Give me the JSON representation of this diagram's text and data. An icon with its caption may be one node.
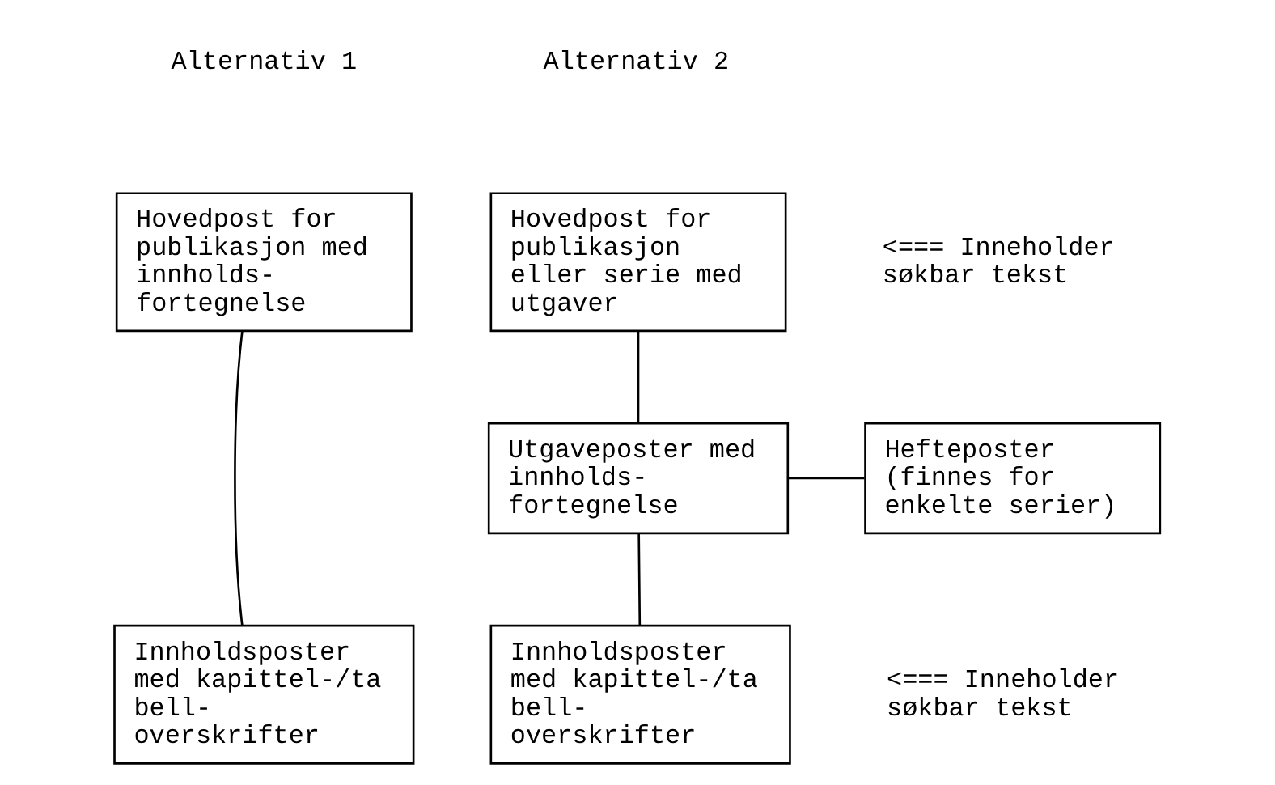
{
  "diagram": {
    "nodes": [
      {
        "text": [
          "Hovedpost for publikasjon med innholds- fortegnelse"
        ]
      },
      {
        "text": [
          "Innholdsposter med kapittel-/tabell- overskrifter"
        ]
      },
      {
        "text": [
          "Hovedpost for publikasjon eller serie med utgaver"
        ]
      },
      {
        "text": [
          "Utgaveposter med innholds- fortegnelse"
        ]
      },
      {
        "text": [
          "Hefteposter (finnes for enkelte serier)"
        ]
      },
      {
        "text": [
          "Innholdsposter med kapittel-/tabell- overskrifter"
        ]
      }
    ],
    "edges": [
      {
        "from": 0,
        "to": 1,
        "arrow": "none"
      },
      {
        "from": 2,
        "to": 3,
        "arrow": "none"
      },
      {
        "from": 3,
        "to": 4,
        "arrow": "none"
      },
      {
        "from": 3,
        "to": 5,
        "arrow": "none"
      }
    ],
    "labels": [
      "Alternativ 1",
      "Alternativ 2",
      "<=== Inneholder søkbar tekst",
      "<=== Inneholder søkbar tekst"
    ]
  }
}
